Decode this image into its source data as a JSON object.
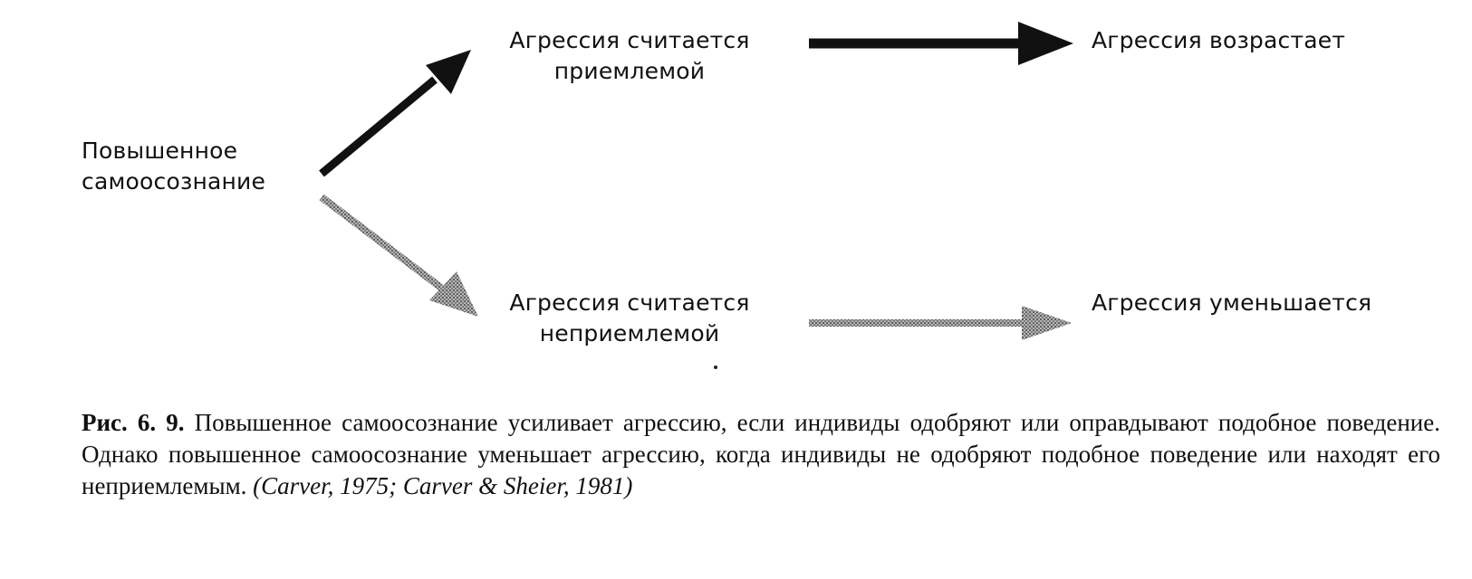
{
  "diagram": {
    "nodes": {
      "source": "Повышенное\nсамоосознание",
      "acceptable": "Агрессия считается\nприемлемой",
      "increases": "Агрессия возрастает",
      "unacceptable": "Агрессия считается\nнеприемлемой",
      "decreases": "Агрессия уменьшается"
    },
    "edges": [
      {
        "from": "source",
        "to": "acceptable",
        "style": "solid-black"
      },
      {
        "from": "acceptable",
        "to": "increases",
        "style": "solid-black"
      },
      {
        "from": "source",
        "to": "unacceptable",
        "style": "grey-halftone"
      },
      {
        "from": "unacceptable",
        "to": "decreases",
        "style": "grey-halftone"
      }
    ],
    "colors": {
      "solid": "#111111",
      "grey": "#8f8f8f"
    }
  },
  "caption": {
    "label": "Рис. 6. 9.",
    "text": " Повышенное самоосознание усиливает агрессию, если индивиды одобряют или оправдывают подобное поведение. Однако повышенное самоосознание уменьшает агрессию, когда индивиды не одобряют подобное поведение или находят его неприемлемым. ",
    "refs": "(Carver, 1975; Carver & Sheier, 1981)"
  }
}
